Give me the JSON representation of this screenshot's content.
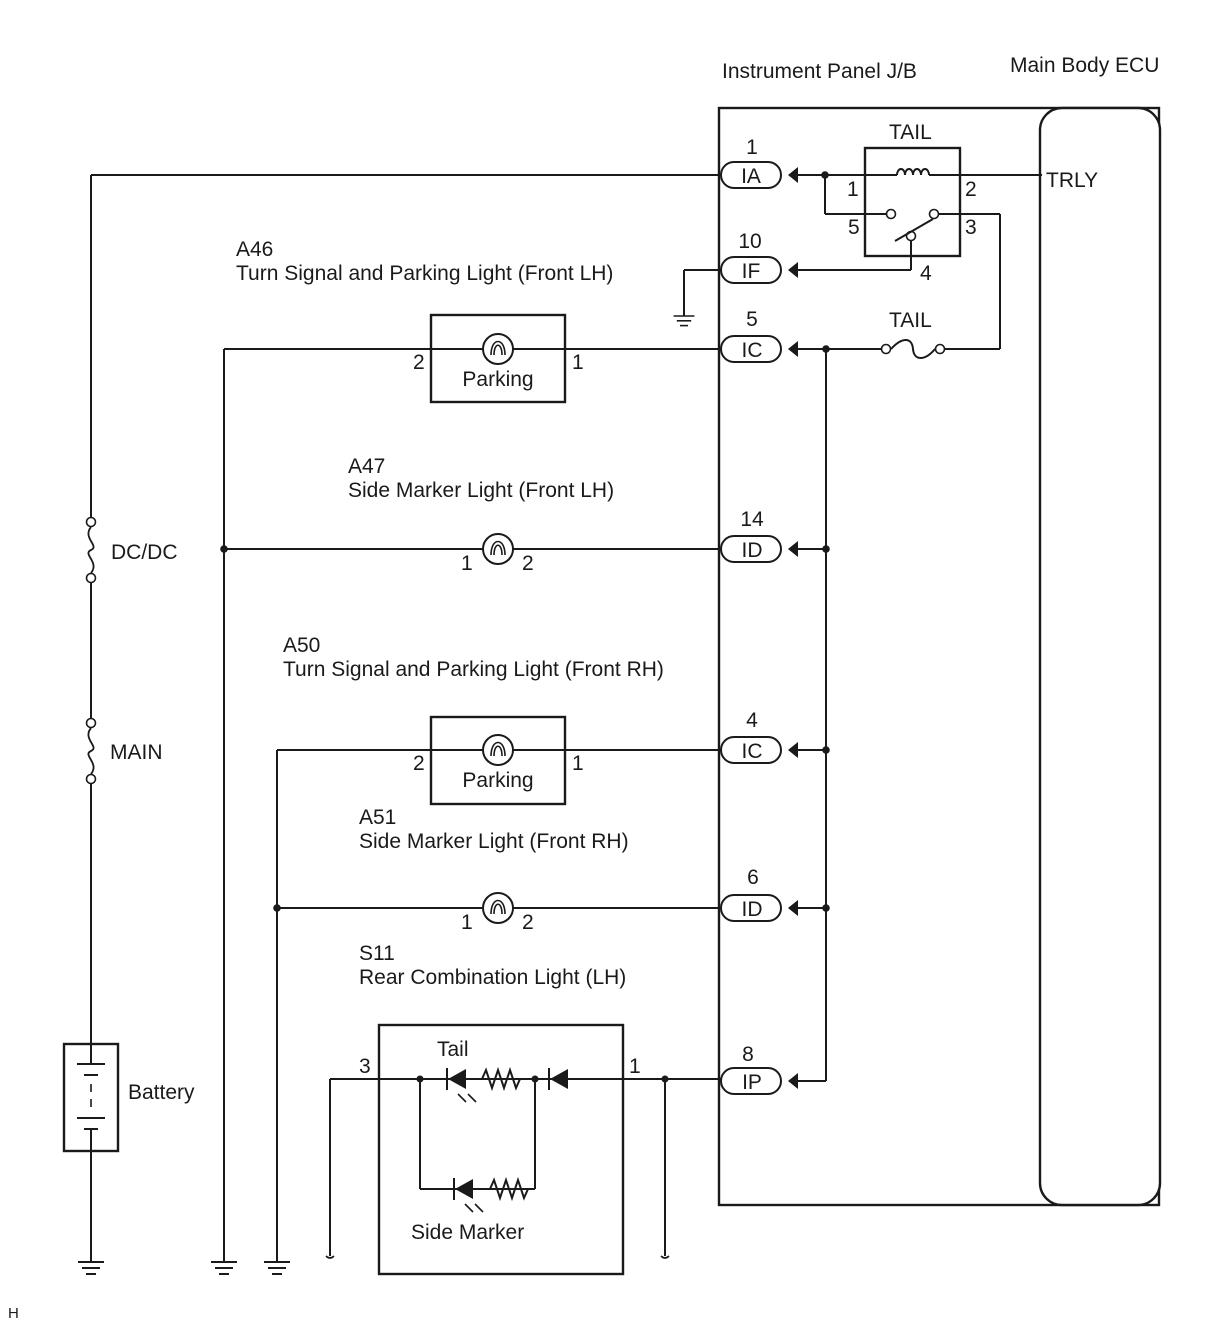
{
  "headers": {
    "jb": "Instrument Panel J/B",
    "ecu": "Main Body ECU"
  },
  "relay": {
    "name": "TAIL",
    "pin1": "1",
    "pin2": "2",
    "pin3": "3",
    "pin4": "4",
    "pin5": "5",
    "output": "TRLY"
  },
  "fuse_tail": "TAIL",
  "connectors": [
    {
      "pin": "1",
      "code": "IA"
    },
    {
      "pin": "10",
      "code": "IF"
    },
    {
      "pin": "5",
      "code": "IC"
    },
    {
      "pin": "14",
      "code": "ID"
    },
    {
      "pin": "4",
      "code": "IC"
    },
    {
      "pin": "6",
      "code": "ID"
    },
    {
      "pin": "8",
      "code": "IP"
    }
  ],
  "components": {
    "a46": {
      "code": "A46",
      "name": "Turn Signal and Parking Light (Front LH)",
      "inner": "Parking",
      "pin_left": "2",
      "pin_right": "1"
    },
    "a47": {
      "code": "A47",
      "name": "Side Marker Light (Front LH)",
      "pin_left": "1",
      "pin_right": "2"
    },
    "a50": {
      "code": "A50",
      "name": "Turn Signal and Parking Light (Front RH)",
      "inner": "Parking",
      "pin_left": "2",
      "pin_right": "1"
    },
    "a51": {
      "code": "A51",
      "name": "Side Marker Light (Front RH)",
      "pin_left": "1",
      "pin_right": "2"
    },
    "s11": {
      "code": "S11",
      "name": "Rear Combination Light (LH)",
      "tail": "Tail",
      "side_marker": "Side Marker",
      "pin_left": "3",
      "pin_right": "1"
    }
  },
  "fuses": {
    "dcdc": "DC/DC",
    "main": "MAIN"
  },
  "battery": "Battery",
  "corner_mark": "H"
}
